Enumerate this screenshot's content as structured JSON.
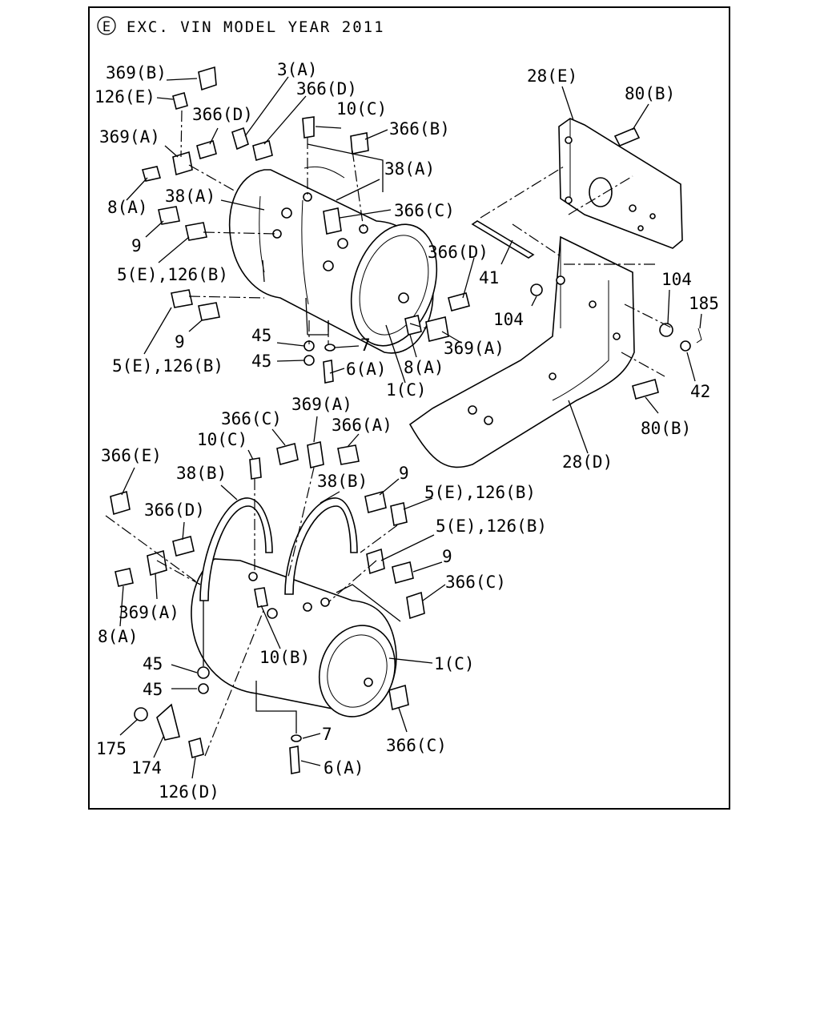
{
  "header": {
    "marker": "E",
    "title": "EXC. VIN MODEL YEAR 2011"
  },
  "labels": {
    "l369B": "369(B)",
    "l126E": "126(E)",
    "l3A": "3(A)",
    "l366D_a": "366(D)",
    "l366D_b": "366(D)",
    "l10C_a": "10(C)",
    "l366B": "366(B)",
    "l369A_a": "369(A)",
    "l38A_a": "38(A)",
    "l38A_b": "38(A)",
    "l366C_a": "366(C)",
    "l8A_a": "8(A)",
    "l9_a": "9",
    "l5E_a": "5(E),126(B)",
    "l366D_c": "366(D)",
    "l9_b": "9",
    "l5E_b": "5(E),126(B)",
    "l45_a": "45",
    "l45_b": "45",
    "l7_a": "7",
    "l6A_a": "6(A)",
    "l8A_b": "8(A)",
    "l369A_b": "369(A)",
    "l1C_a": "1(C)",
    "l28E": "28(E)",
    "l80B_a": "80(B)",
    "l41": "41",
    "l104_a": "104",
    "l104_b": "104",
    "l185": "185",
    "l42": "42",
    "l80B_b": "80(B)",
    "l28D": "28(D)",
    "l366C_b": "366(C)",
    "l369A_c": "369(A)",
    "l366A": "366(A)",
    "l10C_b": "10(C)",
    "l366E": "366(E)",
    "l38B_a": "38(B)",
    "l38B_b": "38(B)",
    "l9_c": "9",
    "l5E_c": "5(E),126(B)",
    "l366D_d": "366(D)",
    "l5E_d": "5(E),126(B)",
    "l9_d": "9",
    "l366C_c": "366(C)",
    "l369A_d": "369(A)",
    "l8A_c": "8(A)",
    "l10B": "10(B)",
    "l1C_b": "1(C)",
    "l45_c": "45",
    "l45_d": "45",
    "l7_b": "7",
    "l175": "175",
    "l174": "174",
    "l366C_d": "366(C)",
    "l126D": "126(D)",
    "l6A_b": "6(A)"
  }
}
